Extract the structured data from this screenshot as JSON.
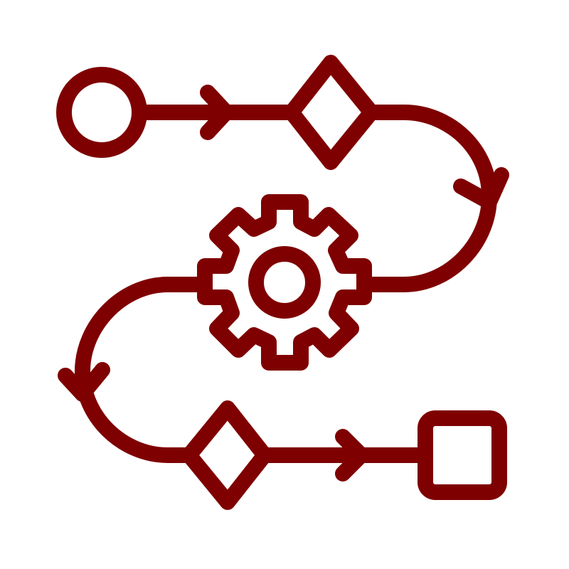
{
  "icon": {
    "name": "process-workflow-icon",
    "stroke_color": "#7F0000",
    "background_color": "#FFFFFF"
  },
  "elements": {
    "start": "circle",
    "decision_1": "diamond",
    "process": "gear",
    "decision_2": "diamond",
    "end": "square"
  }
}
